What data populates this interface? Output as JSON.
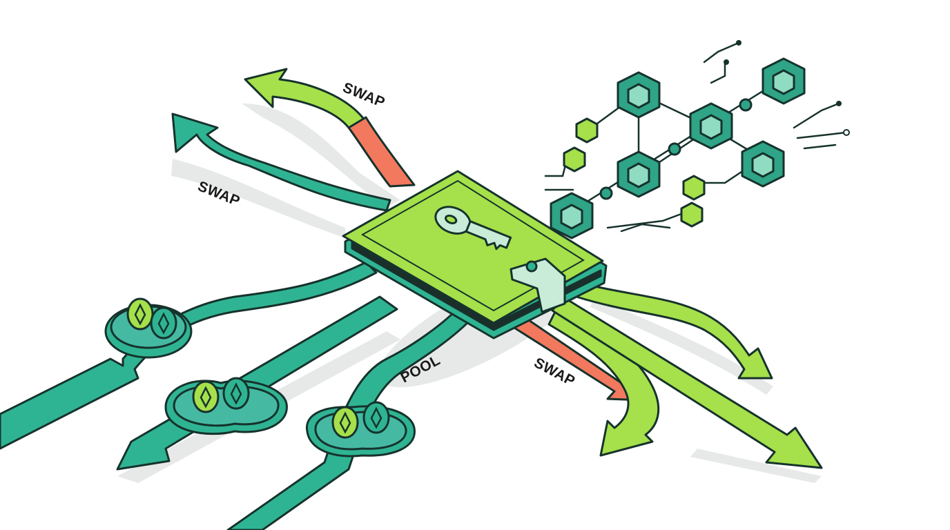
{
  "labels": {
    "swap_top": "SWAP",
    "swap_left": "SWAP",
    "pool": "POOL",
    "swap_bottom": "SWAP"
  },
  "colors": {
    "teal": "#2fb493",
    "lime": "#a6e04a",
    "coral": "#f2795e",
    "outline": "#16322c",
    "wallet": "#a6e04a",
    "node": "#2fa487",
    "water": "#46b9a3",
    "shadow": "#e6e8e8"
  },
  "icons": [
    "wallet-icon",
    "key-icon",
    "coin-icon",
    "blockchain-node-icon",
    "arrow-icon"
  ]
}
